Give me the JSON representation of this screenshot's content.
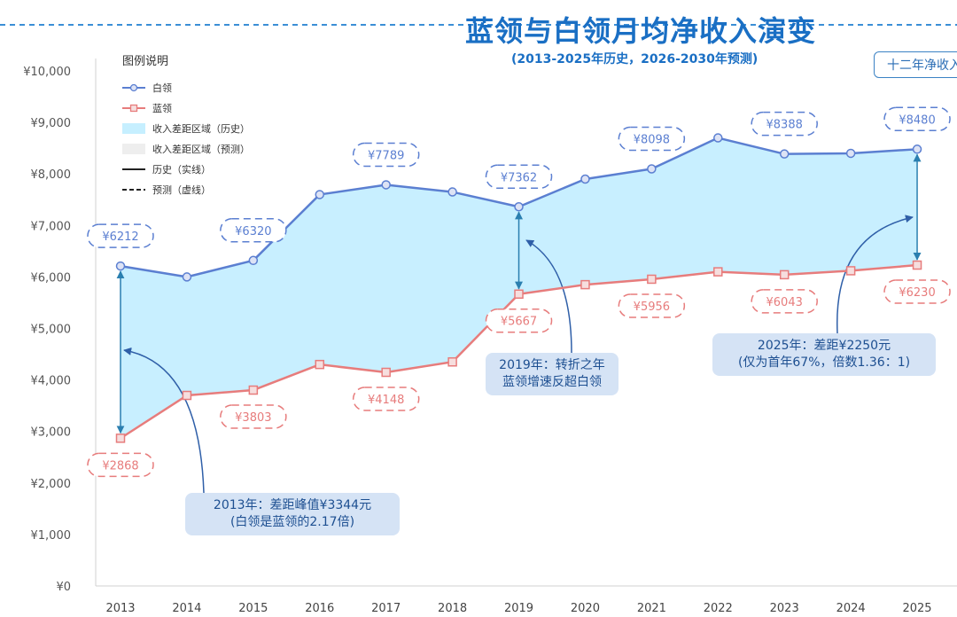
{
  "title": "蓝领与白领月均净收入演变",
  "subtitle": "(2013-2025年历史，2026-2030年预测)",
  "top_right_box": "十二年净收入",
  "legend": {
    "title": "图例说明",
    "items": [
      {
        "label": "白领",
        "type": "line-circle",
        "color": "#5b7fd1"
      },
      {
        "label": "蓝领",
        "type": "line-square",
        "color": "#e77c7c"
      },
      {
        "label": "收入差距区域（历史）",
        "type": "fill",
        "color": "#c6efff"
      },
      {
        "label": "收入差距区域（预测）",
        "type": "fill",
        "color": "#eeeeee"
      },
      {
        "label": "历史（实线）",
        "type": "solid",
        "color": "#222222"
      },
      {
        "label": "预测（虚线）",
        "type": "dashed",
        "color": "#222222"
      }
    ]
  },
  "chart_data": {
    "type": "line",
    "x": [
      2013,
      2014,
      2015,
      2016,
      2017,
      2018,
      2019,
      2020,
      2021,
      2022,
      2023,
      2024,
      2025
    ],
    "yticks": [
      "¥0",
      "¥1,000",
      "¥2,000",
      "¥3,000",
      "¥4,000",
      "¥5,000",
      "¥6,000",
      "¥7,000",
      "¥8,000",
      "¥9,000",
      "¥10,000"
    ],
    "ylim": [
      0,
      10000
    ],
    "series": [
      {
        "name": "白领",
        "color": "#5b7fd1",
        "marker": "circle",
        "values": [
          6212,
          6000,
          6320,
          7600,
          7789,
          7650,
          7362,
          7900,
          8098,
          8700,
          8388,
          8400,
          8480
        ]
      },
      {
        "name": "蓝领",
        "color": "#e77c7c",
        "marker": "square",
        "values": [
          2868,
          3700,
          3803,
          4300,
          4148,
          4350,
          5667,
          5850,
          5956,
          6100,
          6043,
          6120,
          6230
        ]
      }
    ],
    "labels": {
      "white": [
        {
          "x": 2013,
          "text": "¥6212"
        },
        {
          "x": 2015,
          "text": "¥6320"
        },
        {
          "x": 2017,
          "text": "¥7789"
        },
        {
          "x": 2019,
          "text": "¥7362"
        },
        {
          "x": 2021,
          "text": "¥8098"
        },
        {
          "x": 2023,
          "text": "¥8388"
        },
        {
          "x": 2025,
          "text": "¥8480"
        }
      ],
      "blue": [
        {
          "x": 2013,
          "text": "¥2868"
        },
        {
          "x": 2015,
          "text": "¥3803"
        },
        {
          "x": 2017,
          "text": "¥4148"
        },
        {
          "x": 2019,
          "text": "¥5667"
        },
        {
          "x": 2021,
          "text": "¥5956"
        },
        {
          "x": 2023,
          "text": "¥6043"
        },
        {
          "x": 2025,
          "text": "¥6230"
        }
      ]
    },
    "annotations": [
      {
        "lines": [
          "2013年：差距峰值¥3344元",
          "(白领是蓝领的2.17倍)"
        ]
      },
      {
        "lines": [
          "2019年：转折之年",
          "蓝领增速反超白领"
        ]
      },
      {
        "lines": [
          "2025年：差距¥2250元",
          "(仅为首年67%，倍数1.36：1)"
        ]
      }
    ]
  }
}
